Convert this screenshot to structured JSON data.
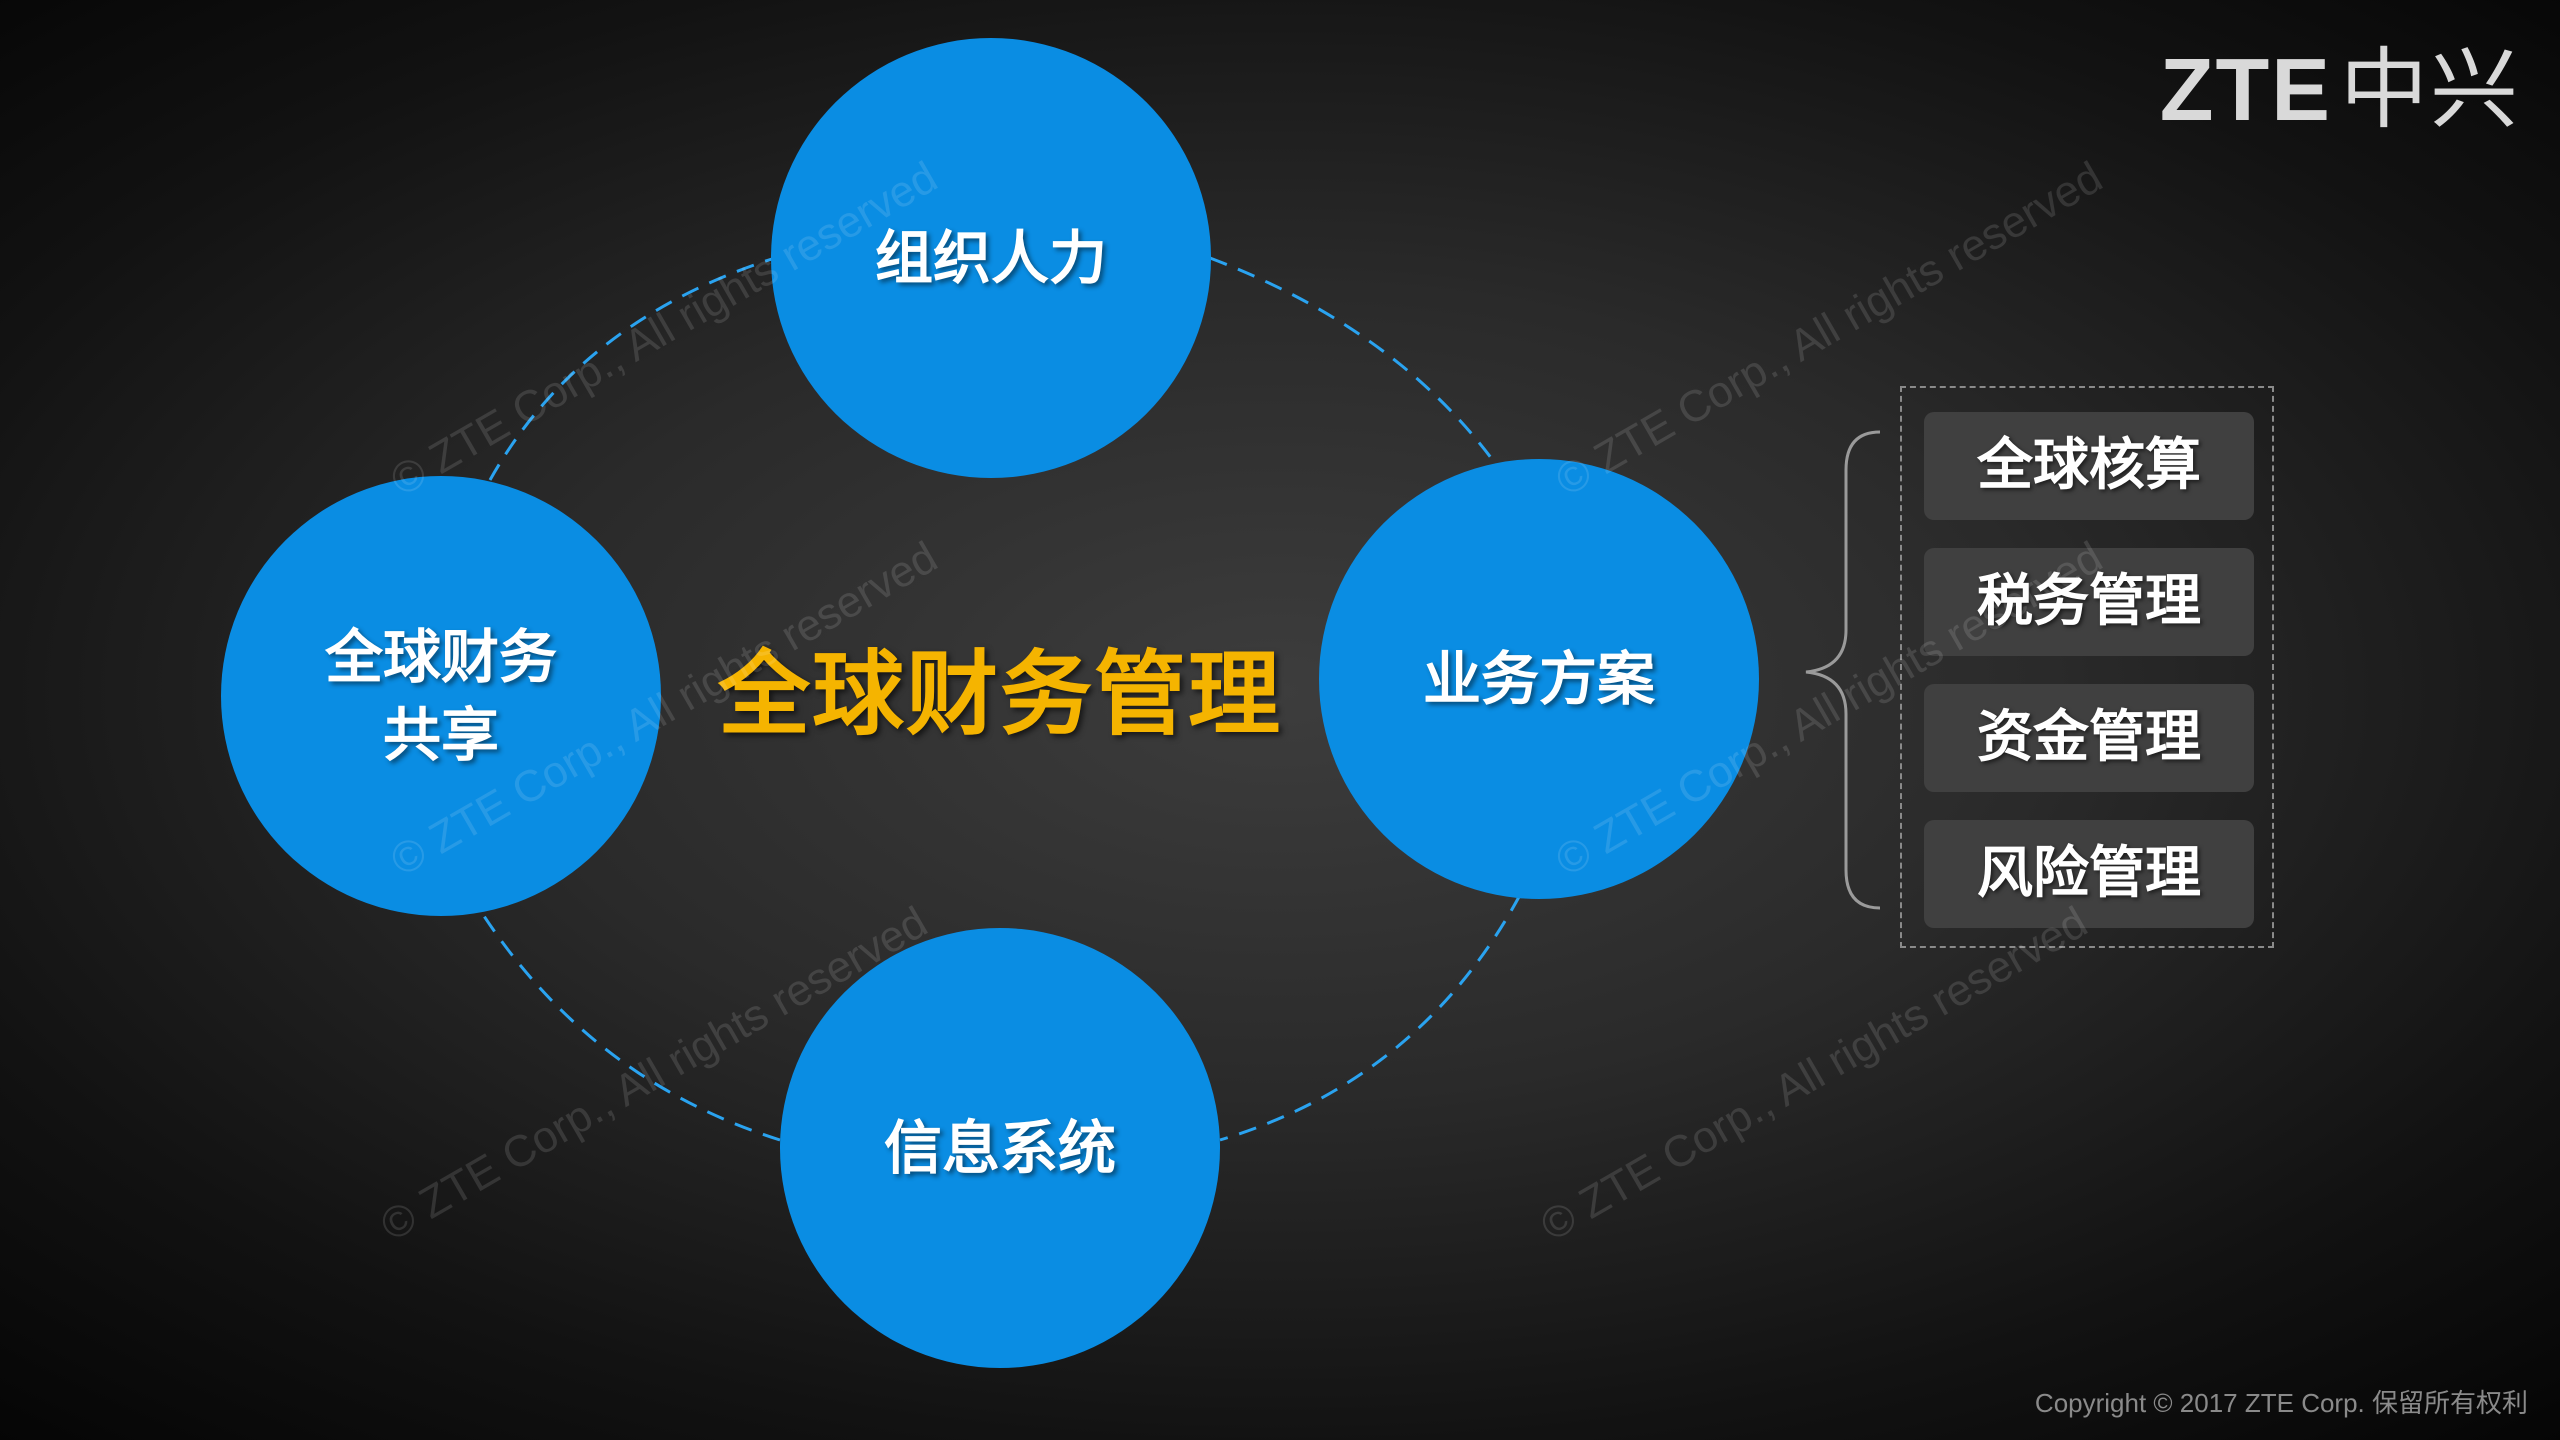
{
  "colors": {
    "node_fill": "#0a8de3",
    "center_title": "#f5b400",
    "sub_item_fill": "#404040",
    "connector": "#2aa3f0",
    "panel_border": "#8a8a8a"
  },
  "diagram": {
    "center_title": "全球财务管理",
    "nodes": {
      "top": "组织人力",
      "left_line1": "全球财务",
      "left_line2": "共享",
      "right": "业务方案",
      "bottom": "信息系统"
    },
    "sub_items": [
      "全球核算",
      "税务管理",
      "资金管理",
      "风险管理"
    ]
  },
  "logo": {
    "latin": "ZTE",
    "chinese": "中兴"
  },
  "watermark_text": "© ZTE Corp., All rights reserved",
  "copyright": "Copyright © 2017 ZTE Corp. 保留所有权利"
}
